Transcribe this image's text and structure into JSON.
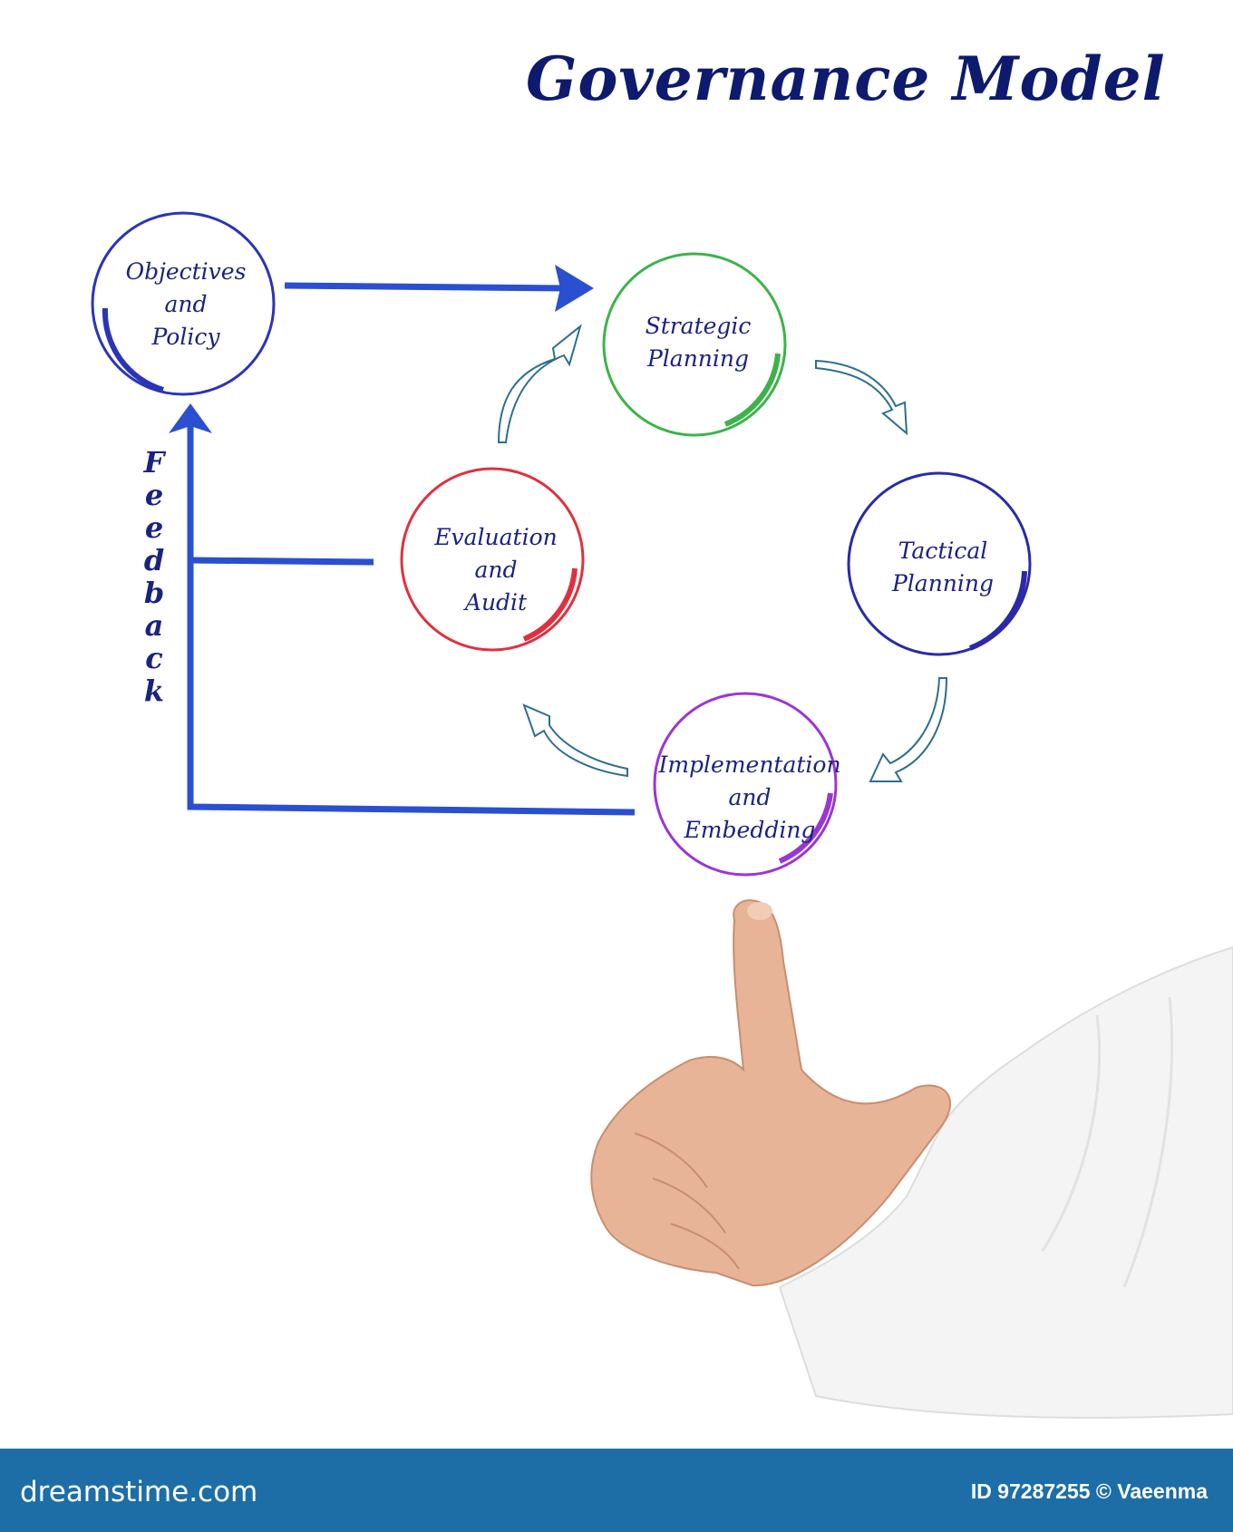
{
  "title": "Governance Model",
  "nodes": {
    "objectives": [
      "Objectives",
      "and",
      "Policy"
    ],
    "strategic": [
      "Strategic",
      "Planning"
    ],
    "tactical": [
      "Tactical",
      "Planning"
    ],
    "implementation": [
      "Implementation",
      "and",
      "Embedding"
    ],
    "evaluation": [
      "Evaluation",
      "and",
      "Audit"
    ]
  },
  "feedback_letters": [
    "F",
    "e",
    "e",
    "d",
    "b",
    "a",
    "c",
    "k"
  ],
  "colors": {
    "title": "#0d1a6e",
    "text": "#1a237e",
    "objectives": "#2a34b8",
    "strategic": "#3cb34a",
    "tactical": "#2a2aa8",
    "implementation": "#9b35d6",
    "evaluation": "#e0303f",
    "connector": "#2a4fd1",
    "cycle_arrow": "#2d6e8e",
    "footer": "#1d6ea7"
  },
  "footer": {
    "brand": "dreamstime.com",
    "id_credit": "ID 97287255 © Vaeenma"
  }
}
